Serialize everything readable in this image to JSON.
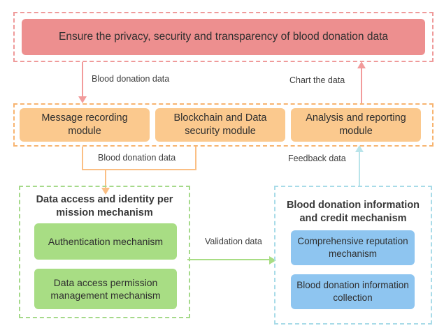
{
  "diagram": {
    "title_text": "Ensure the privacy, security and transparency of blood donation data",
    "goal_layer": {
      "name": "goal-layer",
      "node": "Ensure the privacy, security and transparency of blood donation data"
    },
    "module_layer": {
      "name": "module-layer",
      "modules": [
        {
          "label": "Message recording module"
        },
        {
          "label": "Blockchain and Data security module"
        },
        {
          "label": "Analysis and reporting module"
        }
      ]
    },
    "access_group": {
      "title": "Data access and identity per mission mechanism",
      "nodes": [
        {
          "label": "Authentication mechanism"
        },
        {
          "label": "Data access permission management mechanism"
        }
      ]
    },
    "credit_group": {
      "title": "Blood donation information and credit mechanism",
      "nodes": [
        {
          "label": "Comprehensive reputation mechanism"
        },
        {
          "label": "Blood donation information collection"
        }
      ]
    },
    "edges": [
      {
        "id": "goal-to-module",
        "label": "Blood donation data",
        "color": "#f29b9b"
      },
      {
        "id": "module-to-goal",
        "label": "Chart the data",
        "color": "#f29b9b"
      },
      {
        "id": "module-to-access",
        "label": "Blood donation data",
        "color": "#fbbf84"
      },
      {
        "id": "credit-to-module",
        "label": "Feedback data",
        "color": "#b9e4ea"
      },
      {
        "id": "access-to-credit",
        "label": "Validation data",
        "color": "#a8dd84"
      }
    ],
    "colors": {
      "goal_fill": "#ed8f8f",
      "goal_border": "#ef9a9a",
      "module_fill": "#fbc98e",
      "module_border": "#f7b470",
      "green_fill": "#a8dd84",
      "green_border": "#a5d98a",
      "blue_fill": "#8ec5f0",
      "blue_border": "#a8dbe8",
      "background": "#ffffff"
    }
  }
}
